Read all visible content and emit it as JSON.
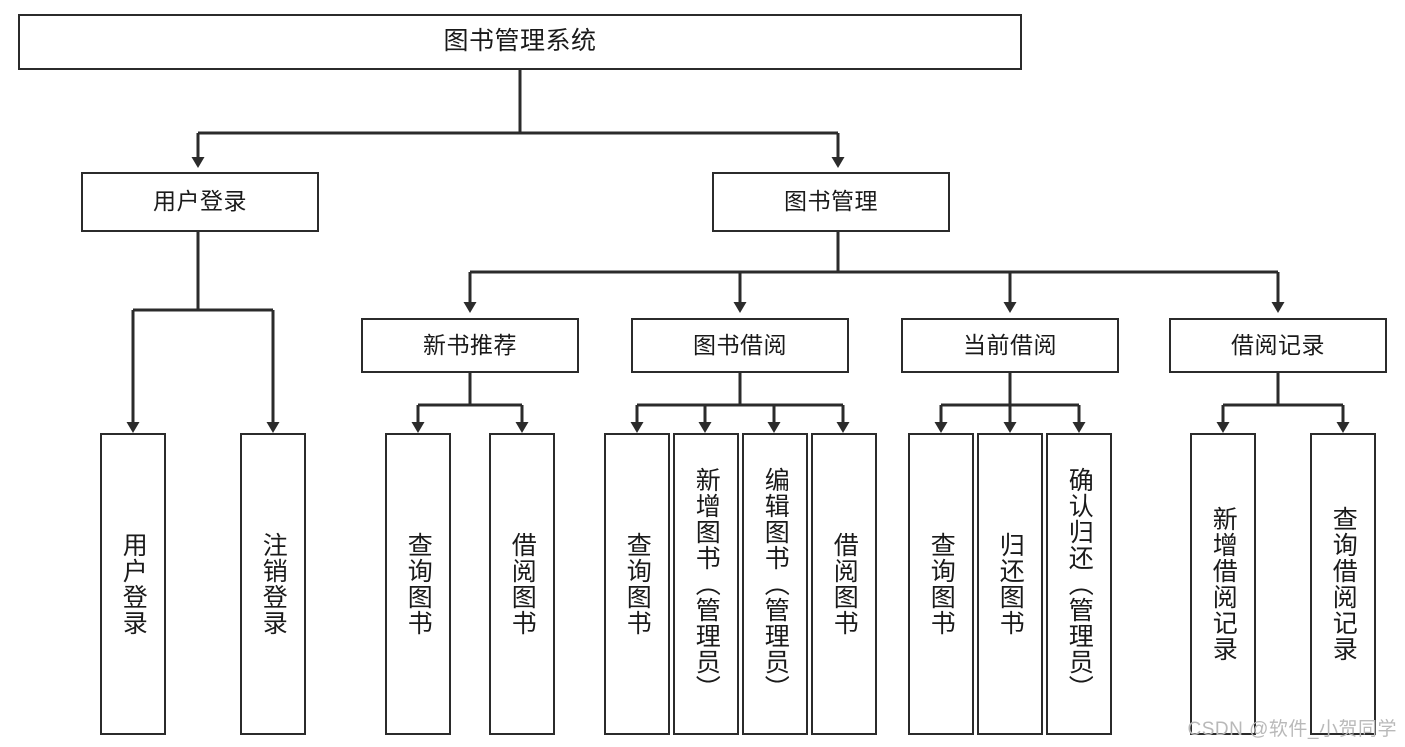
{
  "diagram": {
    "title": "图书管理系统",
    "type": "tree-hierarchy-chart",
    "watermark": "CSDN @软件_小贺同学",
    "colors": {
      "stroke": "#2b2b2b",
      "fill": "#ffffff",
      "text": "#1a1a1a",
      "watermark": "#b9b9b9"
    },
    "nodes": {
      "root": {
        "label": "图书管理系统"
      },
      "level2": [
        {
          "id": "user-login",
          "label": "用户登录"
        },
        {
          "id": "book-management",
          "label": "图书管理"
        }
      ],
      "level3": [
        {
          "id": "new-book-recommend",
          "label": "新书推荐"
        },
        {
          "id": "book-borrow",
          "label": "图书借阅"
        },
        {
          "id": "current-borrow",
          "label": "当前借阅"
        },
        {
          "id": "borrow-record",
          "label": "借阅记录"
        }
      ],
      "leaves": {
        "user-login": [
          {
            "id": "leaf-user-login",
            "label": "用户登录"
          },
          {
            "id": "leaf-logout",
            "label": "注销登录"
          }
        ],
        "new-book-recommend": [
          {
            "id": "leaf-query-book-1",
            "label": "查询图书"
          },
          {
            "id": "leaf-borrow-book-1",
            "label": "借阅图书"
          }
        ],
        "book-borrow": [
          {
            "id": "leaf-query-book-2",
            "label": "查询图书"
          },
          {
            "id": "leaf-add-book",
            "label": "新增图书（管理员）"
          },
          {
            "id": "leaf-edit-book",
            "label": "编辑图书（管理员）"
          },
          {
            "id": "leaf-borrow-book-2",
            "label": "借阅图书"
          }
        ],
        "current-borrow": [
          {
            "id": "leaf-query-book-3",
            "label": "查询图书"
          },
          {
            "id": "leaf-return-book",
            "label": "归还图书"
          },
          {
            "id": "leaf-confirm-return",
            "label": "确认归还（管理员）"
          }
        ],
        "borrow-record": [
          {
            "id": "leaf-add-record",
            "label": "新增借阅记录"
          },
          {
            "id": "leaf-query-record",
            "label": "查询借阅记录"
          }
        ]
      }
    }
  }
}
